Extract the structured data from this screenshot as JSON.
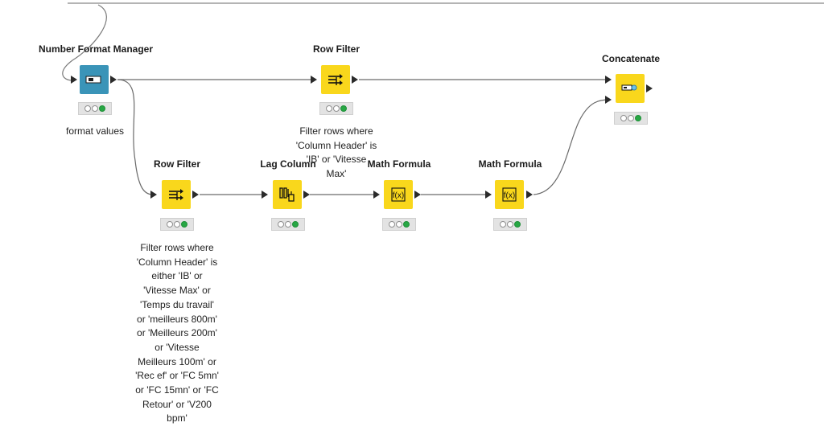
{
  "nodes": {
    "nfm": {
      "title": "Number Format Manager",
      "annotation": "format values"
    },
    "rf_top": {
      "title": "Row Filter",
      "annotation": "Filter rows where 'Column Header' is 'IB' or 'Vitesse Max'"
    },
    "concat": {
      "title": "Concatenate"
    },
    "rf_bottom": {
      "title": "Row Filter",
      "annotation": "Filter rows where 'Column Header' is either 'IB' or 'Vitesse Max' or 'Temps du travail' or 'meilleurs 800m' or 'Meilleurs 200m' or 'Vitesse Meilleurs 100m' or 'Rec ef' or 'FC 5mn' or 'FC 15mn' or 'FC Retour' or 'V200 bpm'"
    },
    "lag": {
      "title": "Lag Column"
    },
    "math1": {
      "title": "Math Formula"
    },
    "math2": {
      "title": "Math Formula"
    }
  },
  "annotations": {
    "rf_top_lines": [
      "Filter rows where",
      "'Column Header' is",
      "'IB' or 'Vitesse",
      "Max'"
    ],
    "rf_bottom_lines": [
      "Filter rows where",
      "'Column Header' is",
      "either 'IB' or",
      "'Vitesse Max' or",
      "'Temps du travail'",
      "or 'meilleurs 800m'",
      "or 'Meilleurs 200m'",
      "or 'Vitesse",
      "Meilleurs 100m' or",
      "'Rec ef' or 'FC 5mn'",
      "or 'FC 15mn' or 'FC",
      "Retour' or 'V200",
      "bpm'"
    ]
  },
  "status": {
    "dots": [
      "idle",
      "idle",
      "executed"
    ]
  },
  "colors": {
    "node_yellow": "#f9d71c",
    "node_blue": "#3a94b8",
    "status_green": "#27a744",
    "wire": "#555555"
  },
  "icons": {
    "row_filter": "filter-rows-icon",
    "concatenate": "concatenate-icon",
    "lag": "lag-column-icon",
    "math": "math-formula-icon",
    "nfm": "number-format-icon"
  }
}
